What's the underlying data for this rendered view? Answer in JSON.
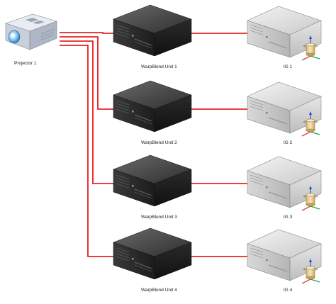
{
  "diagram": {
    "projector": {
      "label": "Projector 1",
      "icon": "projector-icon"
    },
    "units": [
      {
        "warpblend_label": "WarpBlend Unit 1",
        "ig_label": "IG 1"
      },
      {
        "warpblend_label": "WarpBlend Unit 2",
        "ig_label": "IG 2"
      },
      {
        "warpblend_label": "WarpBlend Unit 3",
        "ig_label": "IG 3"
      },
      {
        "warpblend_label": "WarpBlend Unit 4",
        "ig_label": "IG 4"
      }
    ],
    "connection_color": "#e00000",
    "icons": {
      "warpblend": "dark-rack-server-icon",
      "ig": "light-rack-server-icon",
      "ig_overlay": "database-cylinder-icon"
    }
  }
}
